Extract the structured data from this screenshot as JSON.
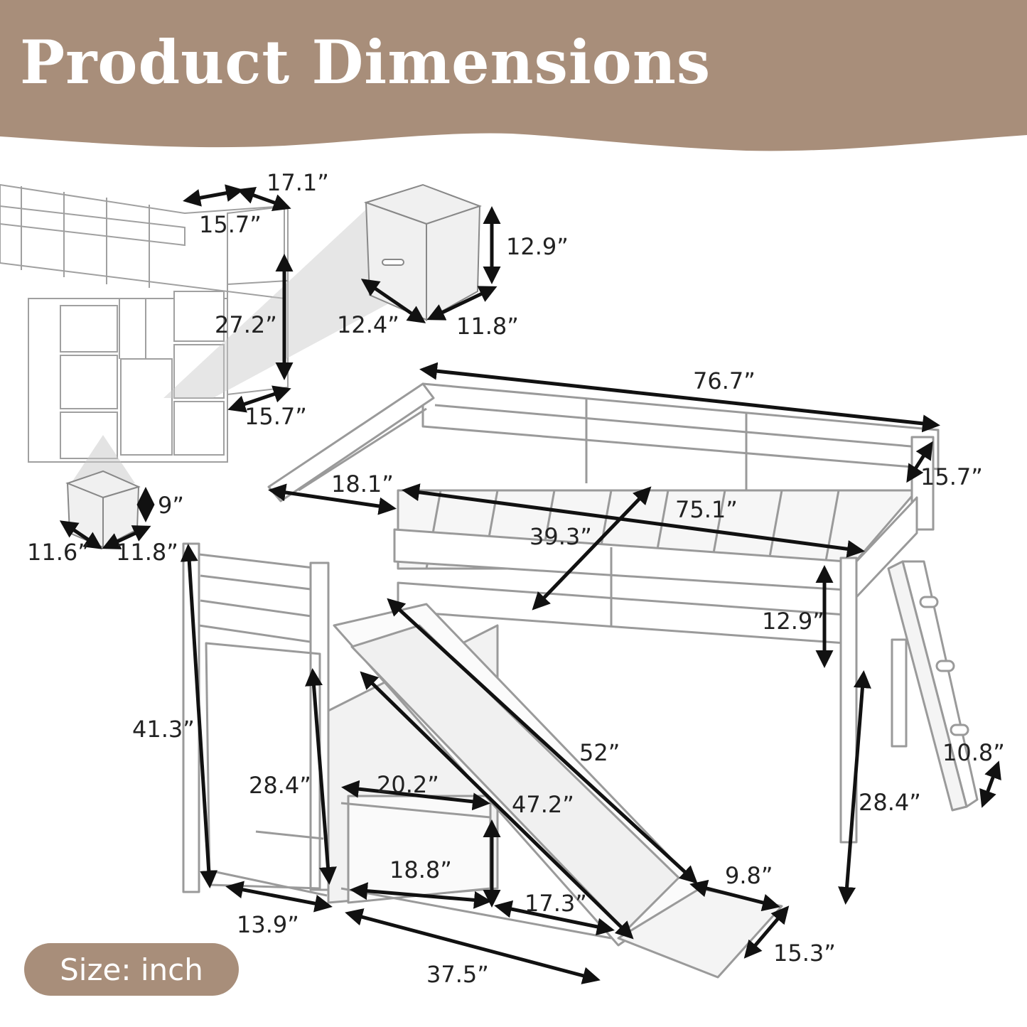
{
  "title": "Product Dimensions",
  "size_label": "Size: inch",
  "colors": {
    "banner": "#a88e7a",
    "badge": "#a88e7a",
    "frame": "#ffffff",
    "outline": "#9a9a9a",
    "arrow": "#111111"
  },
  "dimensions": {
    "d1": "17.1”",
    "d2": "15.7”",
    "d3": "12.9”",
    "d4": "27.2”",
    "d5": "12.4”",
    "d6": "11.8”",
    "d7": "15.7”",
    "d8": "76.7”",
    "d9": "9”",
    "d10": "11.6”",
    "d11": "11.8”",
    "d12": "18.1”",
    "d13": "15.7”",
    "d14": "75.1”",
    "d15": "39.3”",
    "d16": "12.9”",
    "d17": "41.3”",
    "d18": "52”",
    "d19": "28.4”",
    "d20": "20.2”",
    "d21": "47.2”",
    "d22": "10.8”",
    "d23": "28.4”",
    "d24": "18.8”",
    "d25": "9.8”",
    "d26": "17.3”",
    "d27": "13.9”",
    "d28": "15.3”",
    "d29": "37.5”"
  }
}
